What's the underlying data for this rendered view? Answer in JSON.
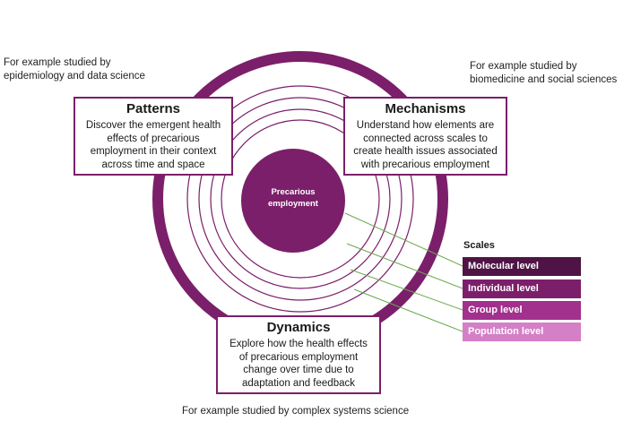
{
  "center": {
    "line1": "Precarious",
    "line2": "employment"
  },
  "boxes": {
    "patterns": {
      "title": "Patterns",
      "lines": [
        "Discover the emergent health",
        "effects of precarious",
        "employment in their context",
        "across time and space"
      ],
      "note": [
        "For example studied by",
        "epidemiology and data science"
      ]
    },
    "mechanisms": {
      "title": "Mechanisms",
      "lines": [
        "Understand how elements are",
        "connected across scales to",
        "create health issues associated",
        "with precarious employment"
      ],
      "note": [
        "For example studied by",
        "biomedicine and social sciences"
      ]
    },
    "dynamics": {
      "title": "Dynamics",
      "lines": [
        "Explore how the health effects",
        "of precarious employment",
        "change over time due to",
        "adaptation and feedback"
      ],
      "note": [
        "For example studied by complex systems science"
      ]
    }
  },
  "scales": {
    "title": "Scales",
    "levels": [
      {
        "label": "Molecular level",
        "color": "#4f1445"
      },
      {
        "label": "Individual level",
        "color": "#7c1f6b"
      },
      {
        "label": "Group level",
        "color": "#a2308d"
      },
      {
        "label": "Population level",
        "color": "#d47fc6"
      }
    ]
  },
  "colors": {
    "outer_ring": "#7b1f6a",
    "inner_rings": "#7b1f6a",
    "center_fill": "#7b1f6a",
    "connector": "#6aa84f"
  }
}
